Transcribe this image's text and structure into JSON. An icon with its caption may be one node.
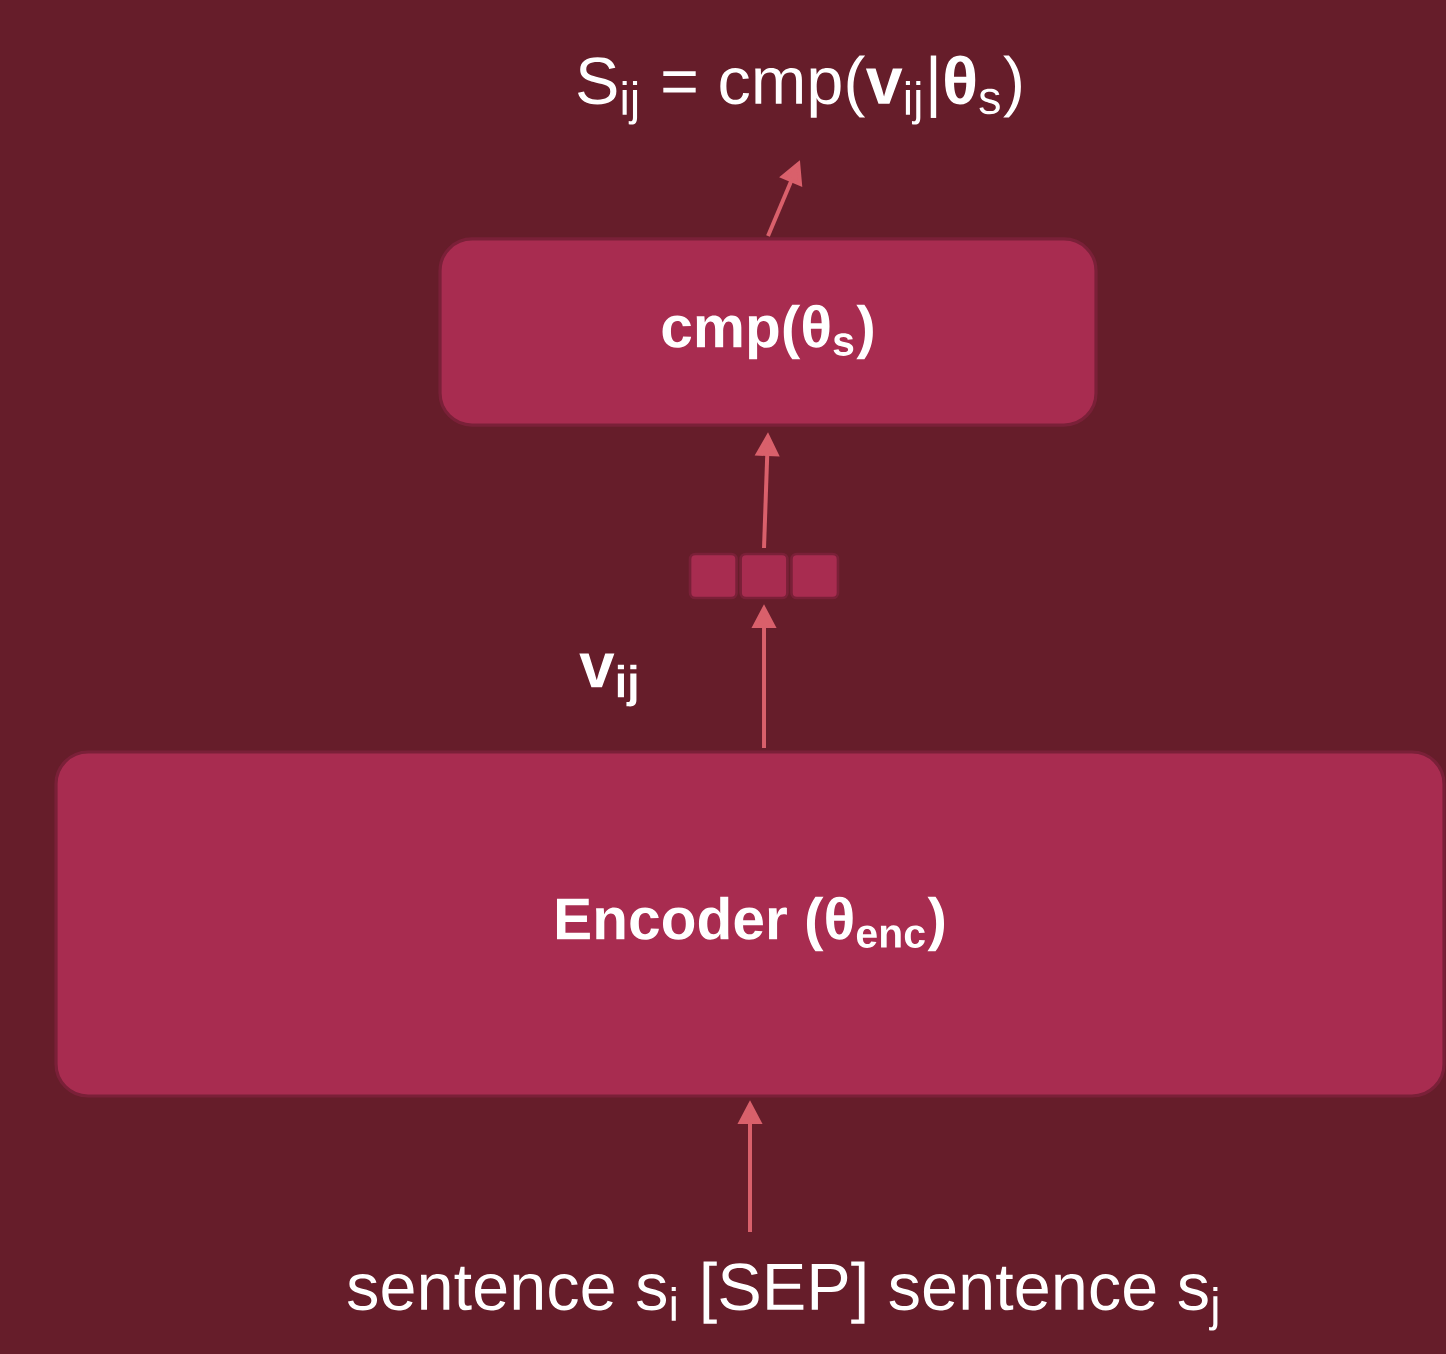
{
  "diagram": {
    "nodes": [
      {
        "text": [
          "S$_{ij}$ = cmp(**v**$_{ij}$|**θ**$_{s}$)"
        ]
      },
      {
        "text": [
          "cmp(θ$_{s}$)"
        ]
      },
      {
        "text": [],
        "shape": "box"
      },
      {
        "text": [
          "Encoder (θ$_{enc}$)"
        ]
      },
      {
        "text": [
          "sentence s$_{i}$ [SEP] sentence s$_{j}$"
        ]
      }
    ],
    "edges": [
      {
        "from": 4,
        "to": 3,
        "arrow": "to"
      },
      {
        "from": 3,
        "to": 2,
        "arrow": "to"
      },
      {
        "from": 2,
        "to": 1,
        "arrow": "to"
      },
      {
        "from": 1,
        "to": 0,
        "arrow": "to"
      }
    ],
    "labels": [
      "v$_{ij}$"
    ]
  }
}
